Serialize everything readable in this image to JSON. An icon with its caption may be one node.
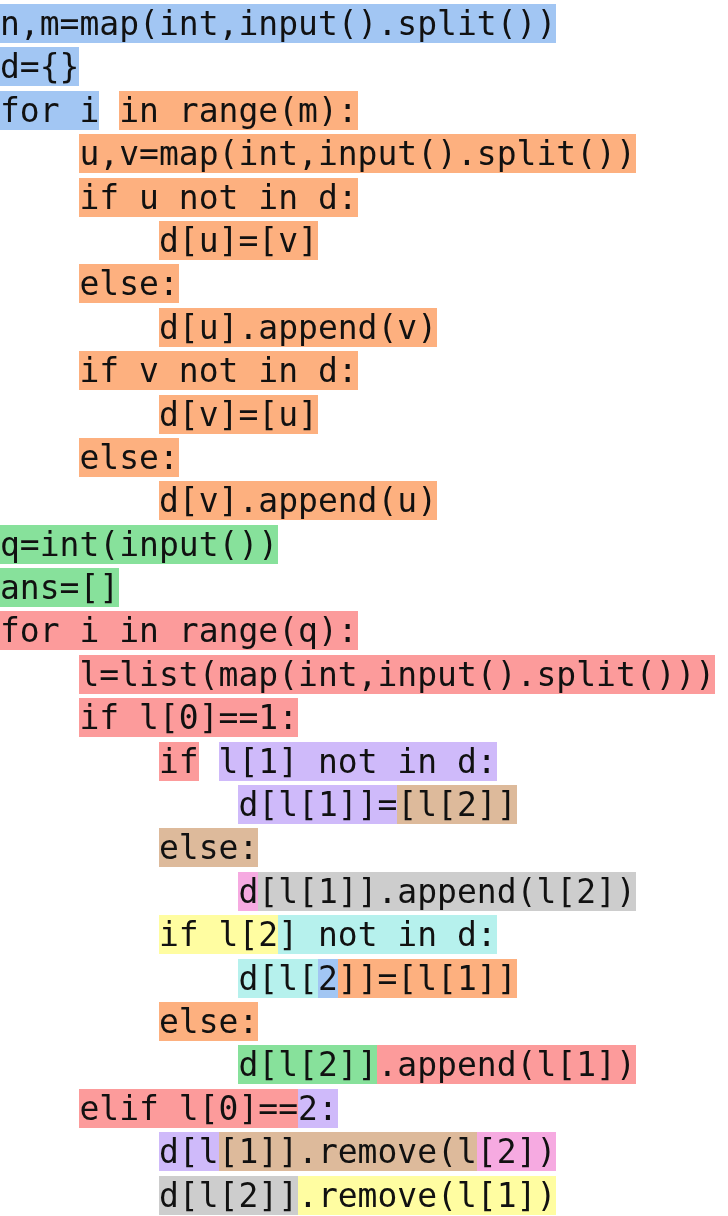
{
  "diagram": {
    "labels": [
      "n,m=map(int,input().split())",
      "d={}",
      "for i",
      "in range(m):",
      "u,v=map(int,input().split())",
      "if u not in d:",
      "d[u]=[v]",
      "else:",
      "d[u].append(v)",
      "if v not in d:",
      "d[v]=[u]",
      "else:",
      "d[v].append(u)",
      "q=int(input())",
      "ans=[]",
      "for i in range(q):",
      "l=list(map(int,input().split()))",
      "if l[0]==1:",
      "if",
      "l[1] not in d:",
      "d[l[1]]=",
      "[l[2]]",
      "else:",
      "d",
      "[l[1]].append(l[2])",
      "if l[2",
      "] not in d:",
      "d[l[",
      "2",
      "]]=[l[1]]",
      "else:",
      "d[l[2]]",
      ".append(l[1])",
      "elif l[0]==",
      "2:",
      "d[l",
      "[1]].remove(l",
      "[2])",
      "d[l[2]]",
      ".remove(l[1])"
    ]
  }
}
